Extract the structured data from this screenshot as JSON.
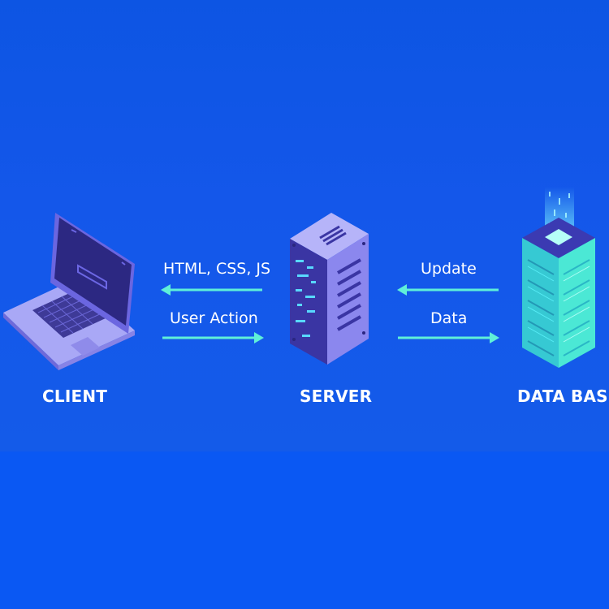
{
  "diagram": {
    "nodes": {
      "client": {
        "label": "CLIENT"
      },
      "server": {
        "label": "SERVER"
      },
      "database": {
        "label": "DATA BASE"
      }
    },
    "edges": [
      {
        "id": "server_to_client",
        "label": "HTML, CSS, JS",
        "from": "server",
        "to": "client"
      },
      {
        "id": "client_to_server",
        "label": "User Action",
        "from": "client",
        "to": "server"
      },
      {
        "id": "database_to_server",
        "label": "Update",
        "from": "database",
        "to": "server"
      },
      {
        "id": "server_to_database",
        "label": "Data",
        "from": "server",
        "to": "database"
      }
    ]
  },
  "colors": {
    "background_top": "#1457ea",
    "background_bottom": "#0a58f3",
    "arrow": "#5ff0d8",
    "label_text": "#ffffff",
    "laptop_body": "#a7a6f5",
    "laptop_screen": "#2f2a86",
    "server_body": "#8d89f0",
    "database_body": "#40e6d6"
  },
  "icons": {
    "client": "laptop-icon",
    "server": "server-tower-icon",
    "database": "database-tower-icon"
  }
}
